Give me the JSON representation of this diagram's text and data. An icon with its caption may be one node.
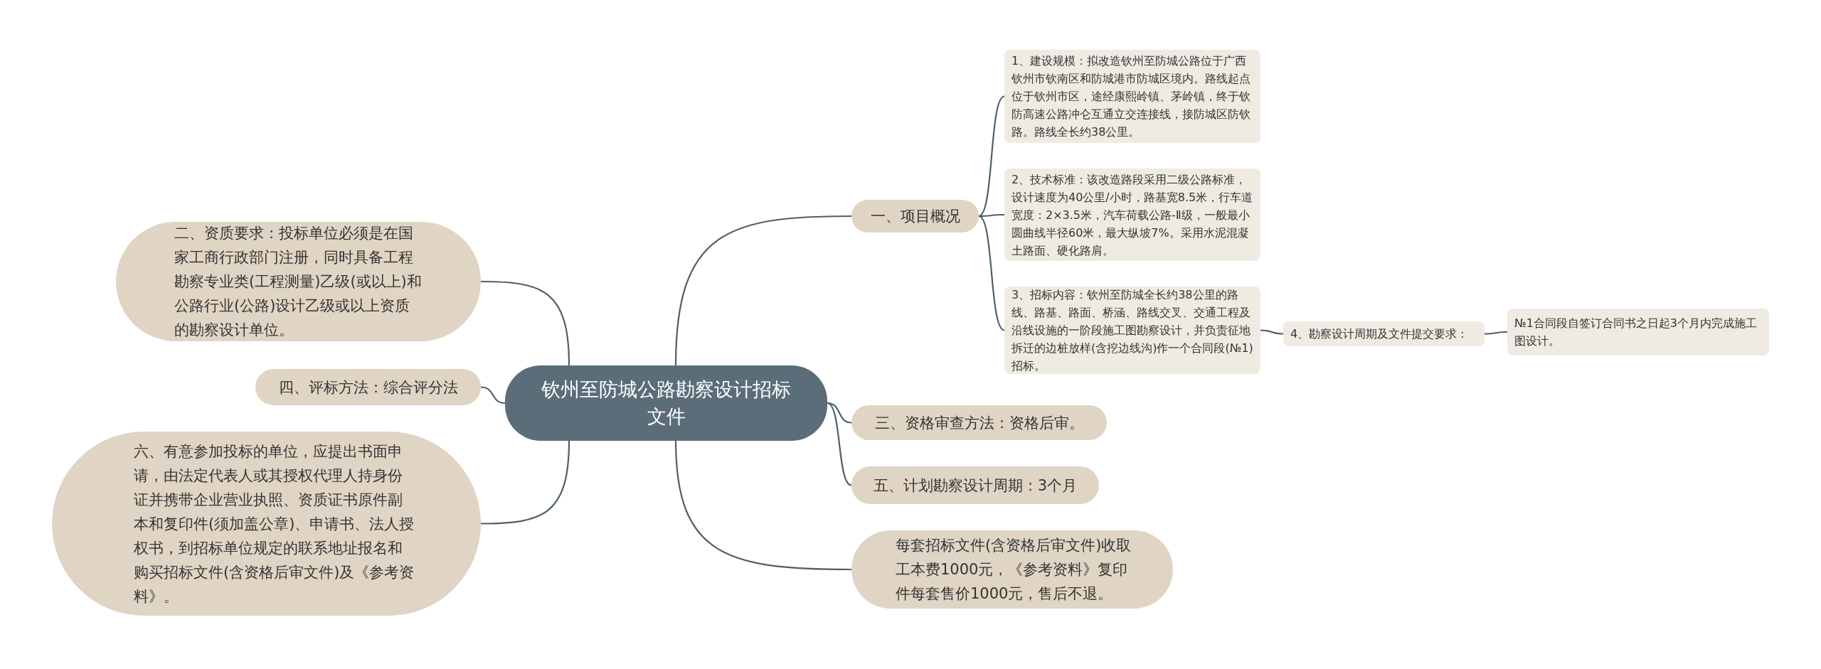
{
  "diagram": {
    "nodes": [
      {
        "text": [
          "钦州至防城公路勘察设计招标文件"
        ]
      },
      {
        "text": [
          "一、项目概况"
        ]
      },
      {
        "text": [
          "1、建设规模：拟改造钦州至防城公路位于广西钦州市钦南区和防城港市防城区境内。路线起点位于钦州市区，途经康熙岭镇、茅岭镇，终于钦防高速公路冲仑互通立交连接线，接防城区防钦路。路线全长约38公里。"
        ]
      },
      {
        "text": [
          "2、技术标准：该改造路段采用二级公路标准，设计速度为40公里/小时，路基宽8.5米，行车道宽度：2×3.5米，汽车荷载公路-Ⅱ级，一般最小圆曲线半径60米，最大纵坡7%。采用水泥混凝土路面、硬化路肩。"
        ]
      },
      {
        "text": [
          "3、招标内容：钦州至防城全长约38公里的路线、路基、路面、桥涵、路线交叉、交通工程及沿线设施的一阶段施工图勘察设计，并负责征地拆迁的边桩放样(含挖边线沟)作一个合同段(№1)招标。"
        ]
      },
      {
        "text": [
          "4、勘察设计周期及文件提交要求："
        ]
      },
      {
        "text": [
          "№1合同段自签订合同书之日起3个月内完成施工图设计。"
        ]
      },
      {
        "text": [
          "三、资格审查方法：资格后审。"
        ]
      },
      {
        "text": [
          "五、计划勘察设计周期：3个月"
        ]
      },
      {
        "text": [
          "每套招标文件(含资格后审文件)收取工本费1000元，《参考资料》复印件每套售价1000元，售后不退。"
        ]
      },
      {
        "text": [
          "二、资质要求：投标单位必须是在国家工商行政部门注册，同时具备工程勘察专业类(工程测量)乙级(或以上)和公路行业(公路)设计乙级或以上资质的勘察设计单位。"
        ]
      },
      {
        "text": [
          "四、评标方法：综合评分法"
        ]
      },
      {
        "text": [
          "六、有意参加投标的单位，应提出书面申请，由法定代表人或其授权代理人持身份证并携带企业营业执照、资质证书原件副本和复印件(须加盖公章)、申请书、法人授权书，到招标单位规定的联系地址报名和购买招标文件(含资格后审文件)及《参考资料》。"
        ]
      }
    ],
    "edges": [
      {
        "from": 0,
        "to": 1,
        "arrow": "none"
      },
      {
        "from": 1,
        "to": 2,
        "arrow": "none"
      },
      {
        "from": 1,
        "to": 3,
        "arrow": "none"
      },
      {
        "from": 1,
        "to": 4,
        "arrow": "none"
      },
      {
        "from": 4,
        "to": 5,
        "arrow": "none"
      },
      {
        "from": 5,
        "to": 6,
        "arrow": "none"
      },
      {
        "from": 0,
        "to": 7,
        "arrow": "none"
      },
      {
        "from": 0,
        "to": 8,
        "arrow": "none"
      },
      {
        "from": 0,
        "to": 9,
        "arrow": "none"
      },
      {
        "from": 0,
        "to": 10,
        "arrow": "none"
      },
      {
        "from": 0,
        "to": 11,
        "arrow": "none"
      },
      {
        "from": 0,
        "to": 12,
        "arrow": "none"
      }
    ]
  }
}
